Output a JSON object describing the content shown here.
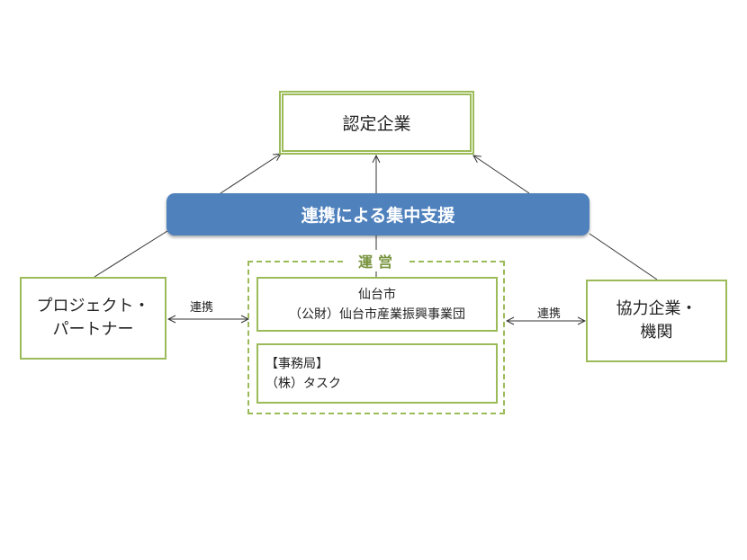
{
  "top": {
    "label": "認定企業"
  },
  "bar": {
    "label": "連携による集中支援"
  },
  "left": {
    "line1": "プロジェクト・",
    "line2": "パートナー"
  },
  "right": {
    "line1": "協力企業・",
    "line2": "機関"
  },
  "operation": {
    "label": "運営"
  },
  "city_box": {
    "line1": "仙台市",
    "line2": "（公財）仙台市産業振興事業団"
  },
  "office_box": {
    "line1": "【事務局】",
    "line2": "（株）タスク"
  },
  "links": {
    "left": "連携",
    "right": "連携"
  },
  "colors": {
    "green": "#9bbb59",
    "blue": "#4f81bd",
    "label_green": "#77933c"
  }
}
